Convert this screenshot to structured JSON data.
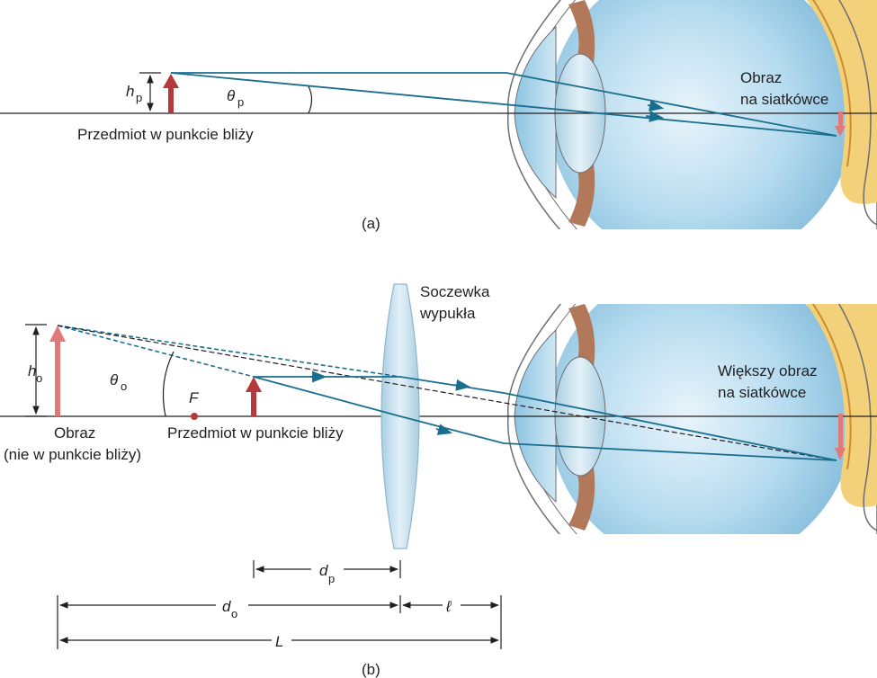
{
  "panel_a": {
    "caption": "(a)",
    "height_label": "h",
    "height_sub": "p",
    "angle_label": "θ",
    "angle_sub": "p",
    "object_label": "Przedmiot w punkcie bliży",
    "retina_label_line1": "Obraz",
    "retina_label_line2": "na siatkówce"
  },
  "panel_b": {
    "caption": "(b)",
    "height_label": "h",
    "height_sub": "o",
    "angle_label": "θ",
    "angle_sub": "o",
    "focal_label": "F",
    "image_label_line1": "Obraz",
    "image_label_line2": "(nie w punkcie bliży)",
    "object_label": "Przedmiot w punkcie bliży",
    "lens_label_line1": "Soczewka",
    "lens_label_line2": "wypukła",
    "retina_label_line1": "Większy obraz",
    "retina_label_line2": "na siatkówce",
    "dim_dp": "d",
    "dim_dp_sub": "p",
    "dim_do": "d",
    "dim_do_sub": "o",
    "dim_l": "ℓ",
    "dim_L": "L"
  },
  "colors": {
    "object_arrow": "#b5393a",
    "image_arrow": "#e07a78",
    "ray": "#1a6f8f",
    "eye_blue": "#a9d4ea",
    "lens_blue": "#c7e2ef",
    "sclera": "#f3d07a"
  }
}
